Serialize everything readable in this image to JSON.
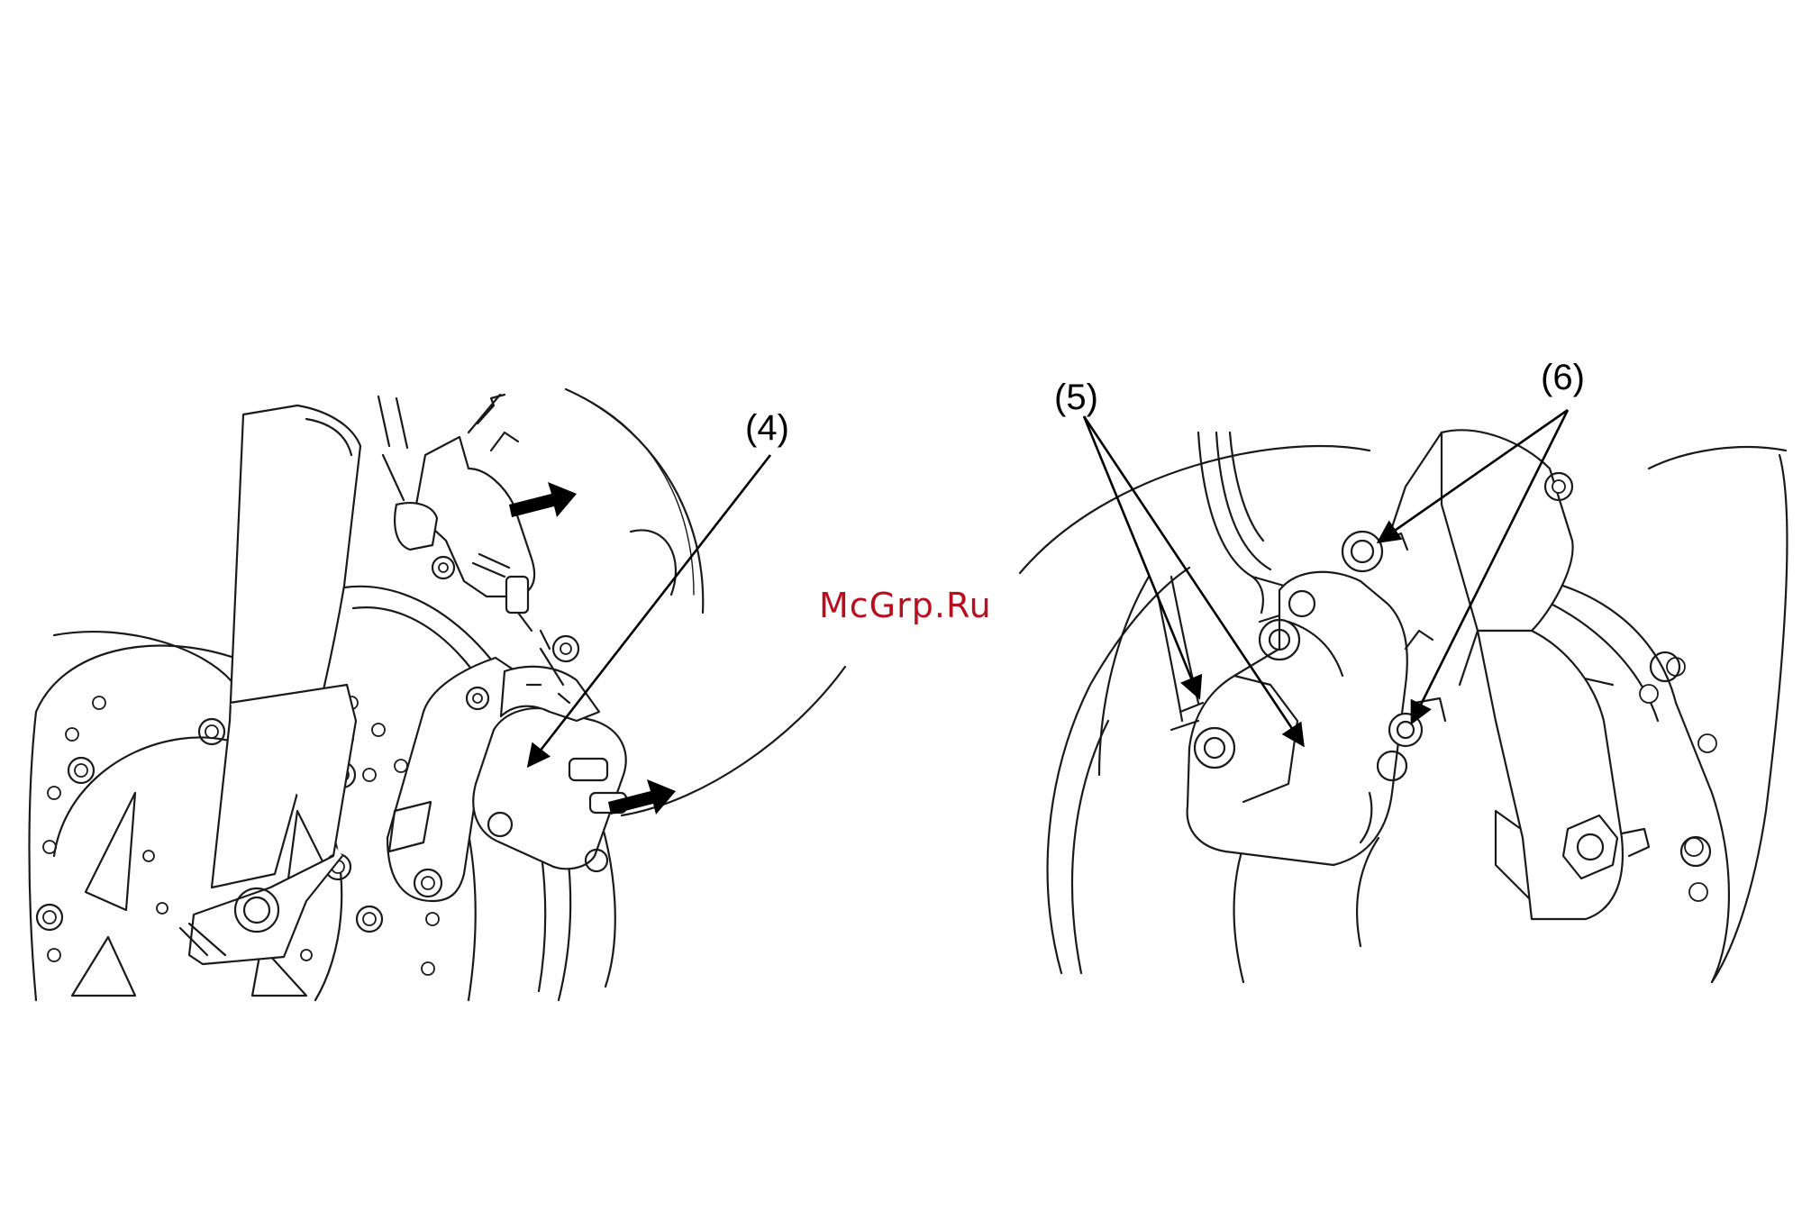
{
  "callouts": {
    "c4": "(4)",
    "c5": "(5)",
    "c6": "(6)"
  },
  "watermark": "McGrp.Ru",
  "colors": {
    "line": "#1a1a1a",
    "watermark": "#b80f1f",
    "background": "#ffffff"
  }
}
